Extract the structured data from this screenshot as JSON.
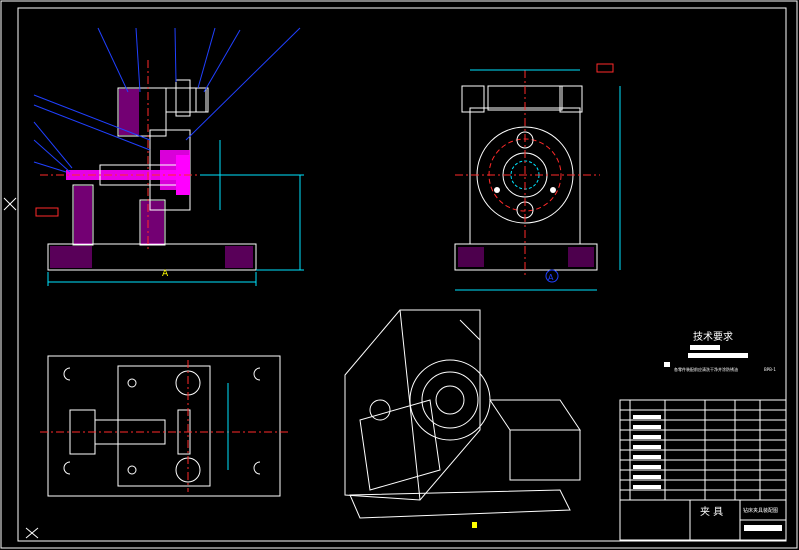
{
  "drawing": {
    "tech_req_title": "技术要求",
    "tech_req_line": "各零件装配前应清洗干净并涂防锈油",
    "tech_req_tail": "BPB-1",
    "title_block_name": "夹  具",
    "title_block_desc": "钻床夹具装配图",
    "view_label_top": "A",
    "dim_main_width": "A"
  },
  "colors": {
    "background": "#000000",
    "outline": "#ffffff",
    "dimension": "#00e5ff",
    "hatch": "#ff00ff",
    "leader": "#2040ff",
    "annotation_red": "#ff2a2a",
    "yellow": "#ffff00"
  },
  "icons": {
    "ucs": "ucs-axis-icon",
    "cursor": "crosshair-icon"
  }
}
